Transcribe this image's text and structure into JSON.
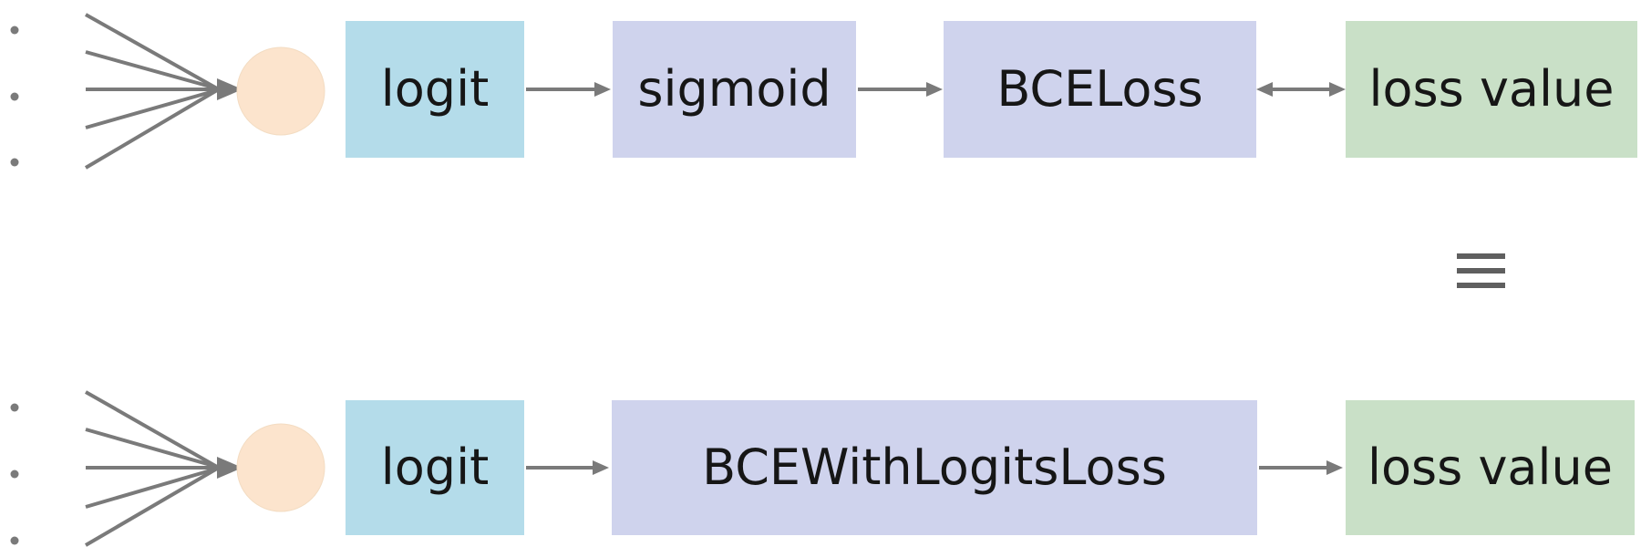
{
  "diagram": {
    "colors": {
      "box_blue": "#b4dcea",
      "box_lavender": "#cfd3ed",
      "box_green": "#c9e0c7",
      "neuron_fill": "#fce4cd",
      "line_gray": "#7a7a7a",
      "equiv_gray": "#5f5f5f",
      "label_text": "#161616",
      "background": "#ffffff"
    },
    "icons": {
      "arrow_right": "→",
      "arrow_both": "↔",
      "equivalence": "≡",
      "input_dots": "⋮"
    },
    "top_flow": {
      "nodes": [
        {
          "id": "logit",
          "label": "logit",
          "color_key": "box_blue"
        },
        {
          "id": "sigmoid",
          "label": "sigmoid",
          "color_key": "box_lavender"
        },
        {
          "id": "bceloss",
          "label": "BCELoss",
          "color_key": "box_lavender"
        },
        {
          "id": "loss-value",
          "label": "loss value",
          "color_key": "box_green"
        }
      ],
      "connectors": [
        "arrow-right",
        "arrow-right",
        "arrow-both"
      ]
    },
    "equivalence": {
      "symbol": "≡"
    },
    "bottom_flow": {
      "nodes": [
        {
          "id": "logit",
          "label": "logit",
          "color_key": "box_blue"
        },
        {
          "id": "bcewithlogitsloss",
          "label": "BCEWithLogitsLoss",
          "color_key": "box_lavender"
        },
        {
          "id": "loss-value",
          "label": "loss value",
          "color_key": "box_green"
        }
      ],
      "connectors": [
        "arrow-right",
        "arrow-right"
      ]
    }
  }
}
